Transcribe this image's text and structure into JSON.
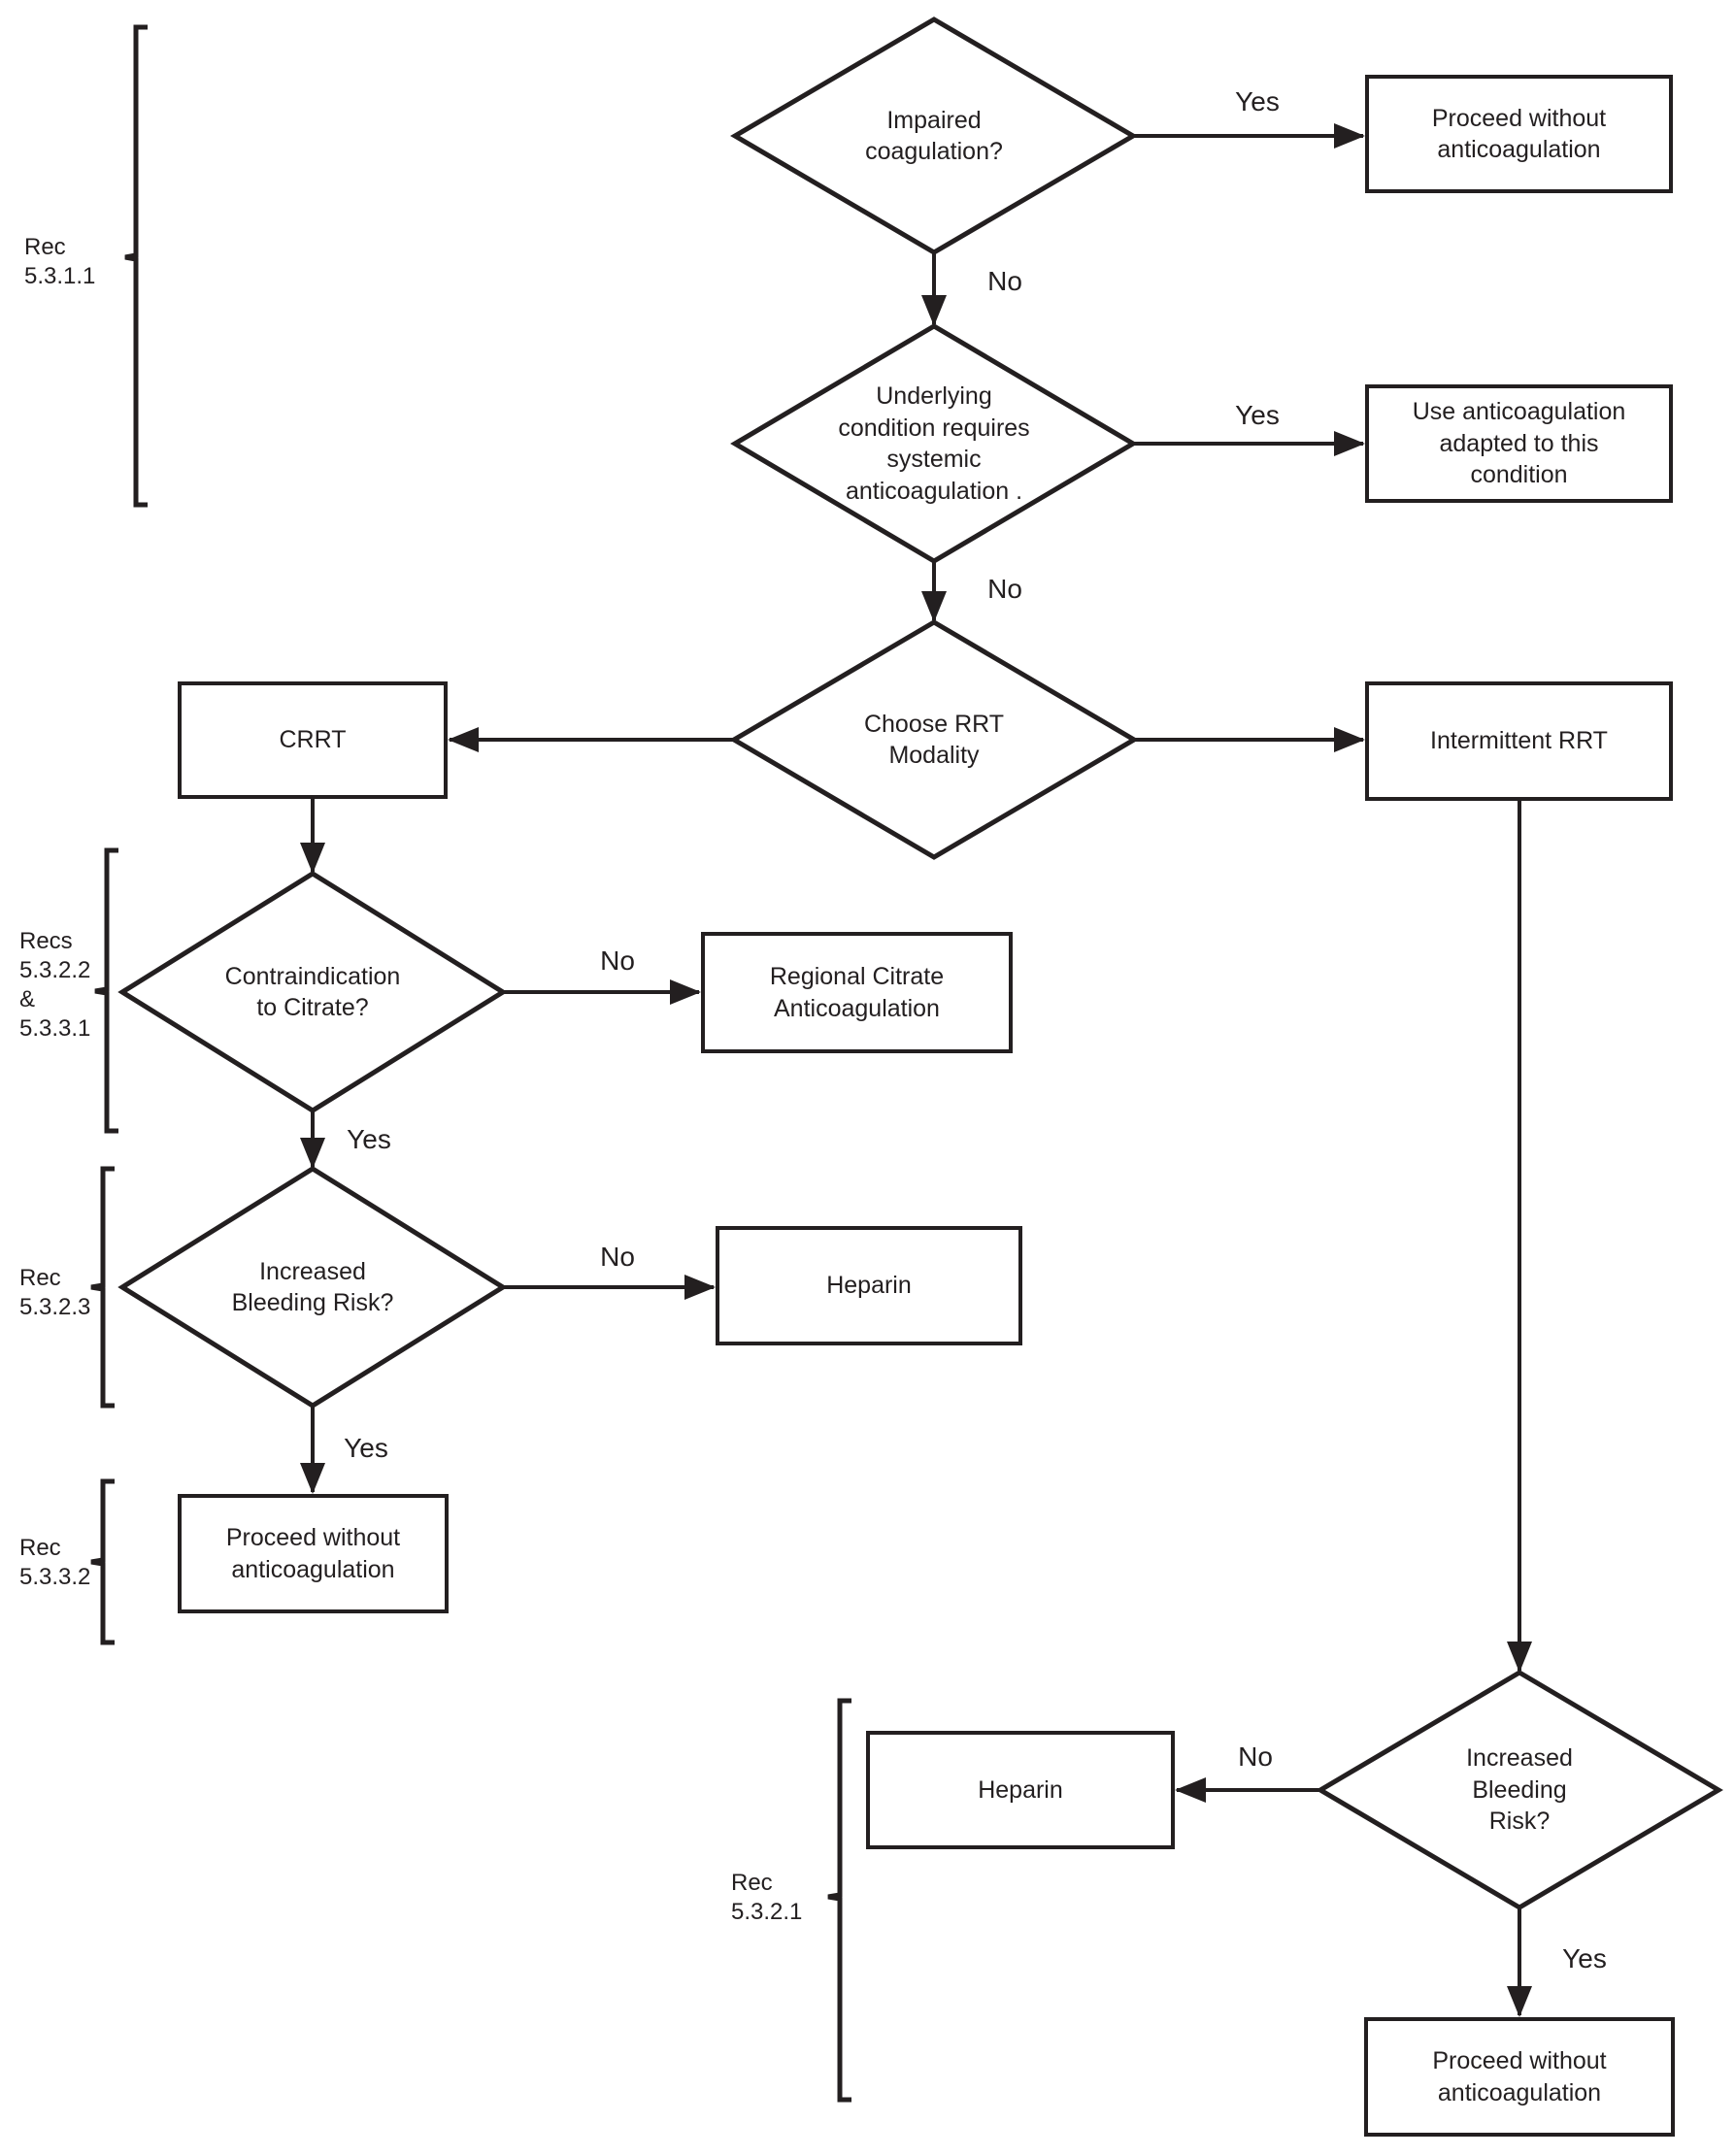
{
  "diagram": {
    "title_hint": "RRT anticoagulation decision flowchart",
    "colors": {
      "line": "#231f20",
      "background": "#ffffff"
    },
    "decisions": {
      "impaired": {
        "text": "Impaired\ncoagulation?"
      },
      "underlying": {
        "text": "Underlying\ncondition requires\nsystemic\nanticoagulation ."
      },
      "modality": {
        "text": "Choose RRT\nModality"
      },
      "citrate": {
        "text": "Contraindication\nto Citrate?"
      },
      "bleeding_crrt": {
        "text": "Increased\nBleeding Risk?"
      },
      "bleeding_irrt": {
        "text": "Increased\nBleeding\nRisk?"
      }
    },
    "boxes": {
      "proceed_top": {
        "text": "Proceed without\nanticoagulation"
      },
      "adapted": {
        "text": "Use anticoagulation\nadapted to this\ncondition"
      },
      "crrt": {
        "text": "CRRT"
      },
      "irrt": {
        "text": "Intermittent RRT"
      },
      "rca": {
        "text": "Regional Citrate\nAnticoagulation"
      },
      "heparin_crrt": {
        "text": "Heparin"
      },
      "proceed_crrt": {
        "text": "Proceed without\nanticoagulation"
      },
      "heparin_irrt": {
        "text": "Heparin"
      },
      "proceed_irrt": {
        "text": "Proceed without\nanticoagulation"
      }
    },
    "edge_labels": {
      "impaired_yes": "Yes",
      "impaired_no": "No",
      "underlying_yes": "Yes",
      "underlying_no": "No",
      "citrate_no": "No",
      "citrate_yes": "Yes",
      "bleeding_crrt_no": "No",
      "bleeding_crrt_yes": "Yes",
      "bleeding_irrt_no": "No",
      "bleeding_irrt_yes": "Yes"
    },
    "rec_labels": {
      "group1": "Rec\n5.3.1.1",
      "group2": "Recs\n5.3.2.2\n&\n5.3.3.1",
      "group3": "Rec\n5.3.2.3",
      "group4": "Rec\n5.3.3.2",
      "group5": "Rec\n5.3.2.1"
    }
  }
}
